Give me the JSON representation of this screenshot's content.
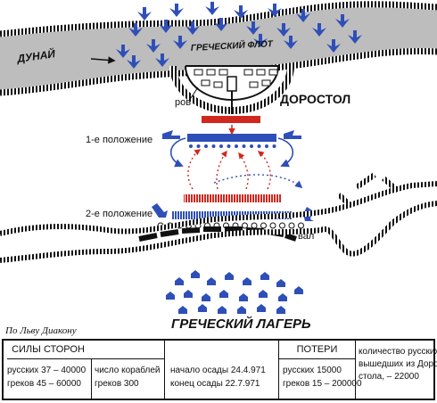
{
  "map": {
    "river_label": "ДУНАЙ",
    "fleet_label": "ГРЕЧЕСКИЙ ФЛОТ",
    "city_label": "ДОРОСТОЛ",
    "moat_label": "ров",
    "position1_label": "1-е положение",
    "position2_label": "2-е положение",
    "rampart_label": "вал",
    "camp_label": "ГРЕЧЕСКИЙ ЛАГЕРЬ",
    "source_note": "По Льву Диакону",
    "colors": {
      "blue": "#2f4fb8",
      "red": "#d0281e",
      "ink": "#111111",
      "river": "#bdbdbd"
    }
  },
  "table": {
    "forces": {
      "header": "СИЛЫ СТОРОН",
      "russians": "русских 37 – 40000",
      "greeks": "греков   45 – 60000",
      "ships_label": "число кораблей",
      "ships_value": "греков     300"
    },
    "siege": {
      "start": "начало осады  24.4.971",
      "end": "конец осады    22.7.971"
    },
    "losses": {
      "header": "ПОТЕРИ",
      "russians": "русских 15000",
      "greeks": "греков 15 – 200000"
    },
    "left_city": {
      "line1": "количество русских,",
      "line2": "вышедших из Доро-",
      "line3": "стола, – 22000"
    }
  }
}
